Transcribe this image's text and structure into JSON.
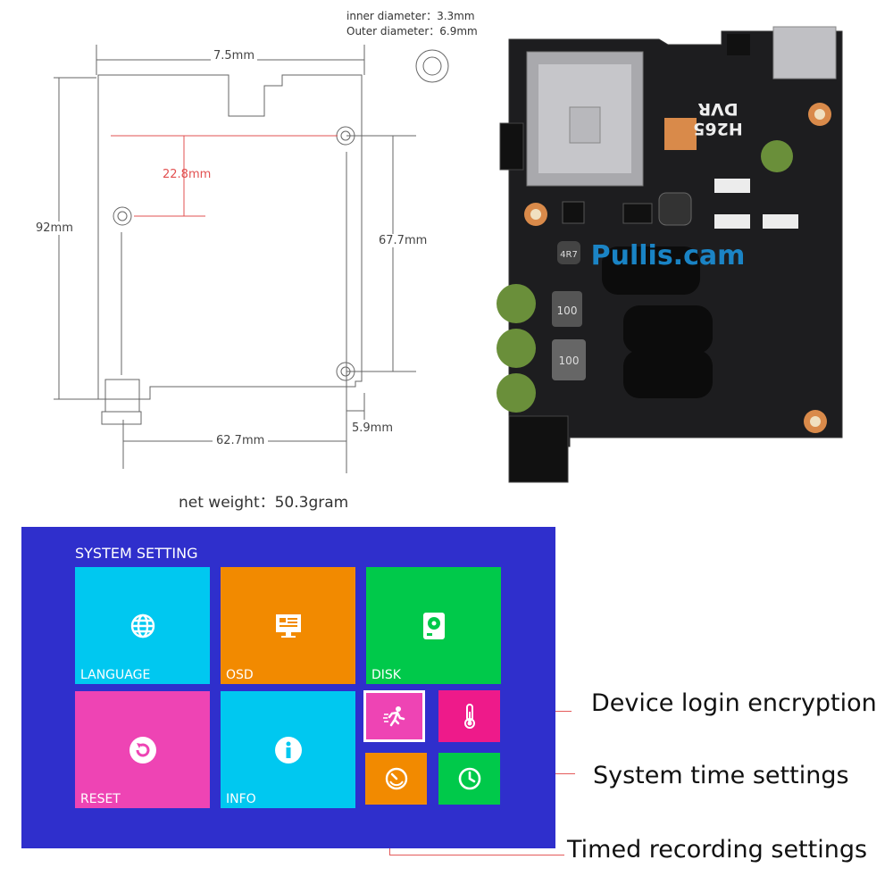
{
  "specs": {
    "inner_diameter": "inner diameter：3.3mm",
    "outer_diameter": "Outer diameter：6.9mm",
    "net_weight": "net weight：50.3gram"
  },
  "dimensions": {
    "width_top": "7.5mm",
    "height_left": "92mm",
    "hole_offset": "22.8mm",
    "hole_spacing": "67.7mm",
    "bottom_width": "62.7mm",
    "bottom_right": "5.9mm"
  },
  "board": {
    "label_line1": "H265",
    "label_line2": "DVR",
    "watermark": "Pullis.cam",
    "inductor1": "100",
    "inductor2": "100",
    "inductor3": "4R7"
  },
  "ui": {
    "title": "SYSTEM SETTING",
    "tiles": [
      {
        "label": "LANGUAGE",
        "color": "#00c8f0",
        "icon": "globe-icon"
      },
      {
        "label": "OSD",
        "color": "#f28a00",
        "icon": "monitor-icon"
      },
      {
        "label": "DISK",
        "color": "#00c94a",
        "icon": "hard-disk-icon"
      },
      {
        "label": "RESET",
        "color": "#ee44b4",
        "icon": "reset-icon"
      },
      {
        "label": "INFO",
        "color": "#00c8f0",
        "icon": "info-icon"
      },
      {
        "label": "",
        "color": "#ee44b4",
        "icon": "running-man-icon"
      },
      {
        "label": "",
        "color": "#ee1a8a",
        "icon": "thermometer-icon"
      },
      {
        "label": "",
        "color": "#f28a00",
        "icon": "gauge-icon"
      },
      {
        "label": "",
        "color": "#00c94a",
        "icon": "clock-icon"
      }
    ]
  },
  "callouts": {
    "device_login": "Device login encryption",
    "system_time": "System time settings",
    "timed_recording": "Timed recording settings"
  }
}
